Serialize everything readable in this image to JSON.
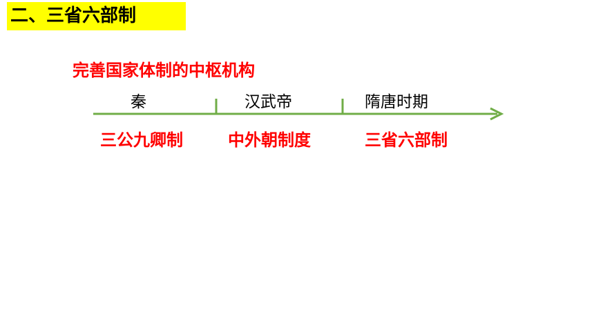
{
  "title": "二、三省六部制",
  "subtitle": "完善国家体制的中枢机构",
  "timeline": {
    "color": "#70ad47",
    "periods": [
      "秦",
      "汉武帝",
      "隋唐时期"
    ],
    "systems": [
      "三公九卿制",
      "中外朝制度",
      "三省六部制"
    ]
  },
  "colors": {
    "highlight": "#ffff00",
    "emphasis": "#ff0000"
  }
}
